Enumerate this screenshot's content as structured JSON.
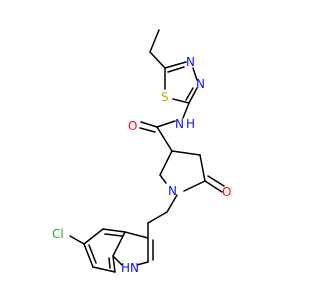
{
  "molecule": {
    "atoms": {
      "S": "S",
      "N_thia_a": "N",
      "N_thia_b": "N",
      "N_amide": "N",
      "H_amide": "H",
      "O_amide": "O",
      "N_ring": "N",
      "O_lactam": "O",
      "Cl": "Cl",
      "NH_indole": "N",
      "H_indole": "H"
    },
    "colors": {
      "bond": "#000000",
      "S": "#c6b200",
      "N": "#1010ff",
      "O": "#ff0d0d",
      "Cl": "#1fb01f"
    }
  }
}
